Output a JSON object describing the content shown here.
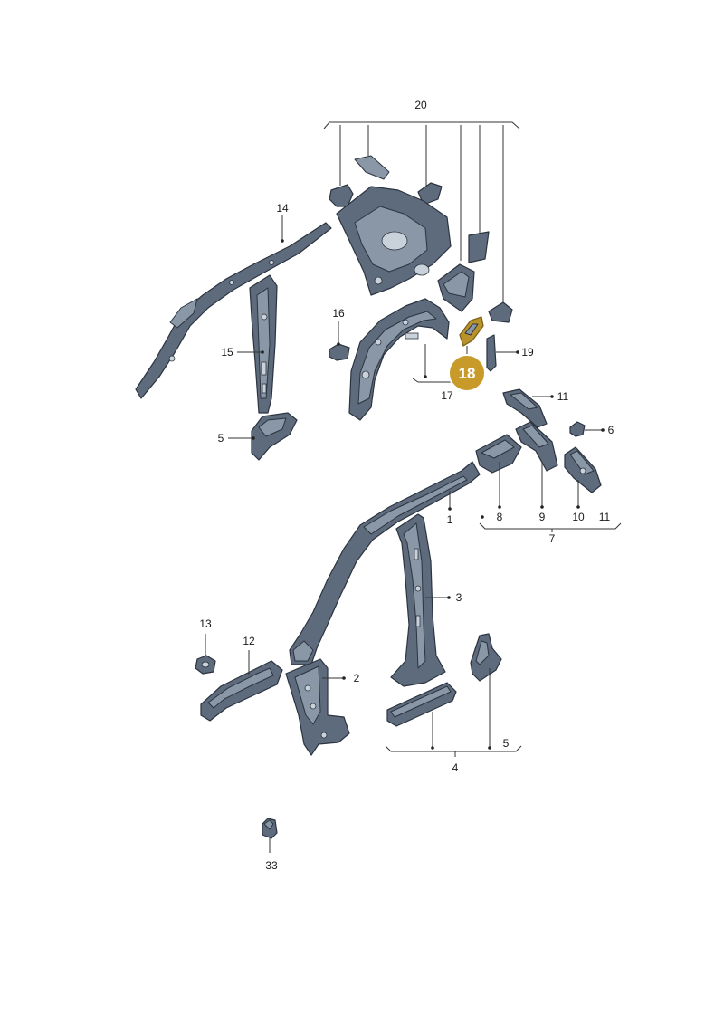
{
  "labels": {
    "p20": "20",
    "p14": "14",
    "p16": "16",
    "p15": "15",
    "p17": "17",
    "p18": "18",
    "p19": "19",
    "p11a": "11",
    "p6": "6",
    "p5a": "5",
    "p1": "1",
    "p8": "8",
    "p9": "9",
    "p10": "10",
    "p11b": "11",
    "p7": "7",
    "p3": "3",
    "p13": "13",
    "p12": "12",
    "p2": "2",
    "p5b": "5",
    "p4": "4",
    "p33": "33"
  },
  "highlight": {
    "part": "18",
    "color": "#c79a2a"
  }
}
